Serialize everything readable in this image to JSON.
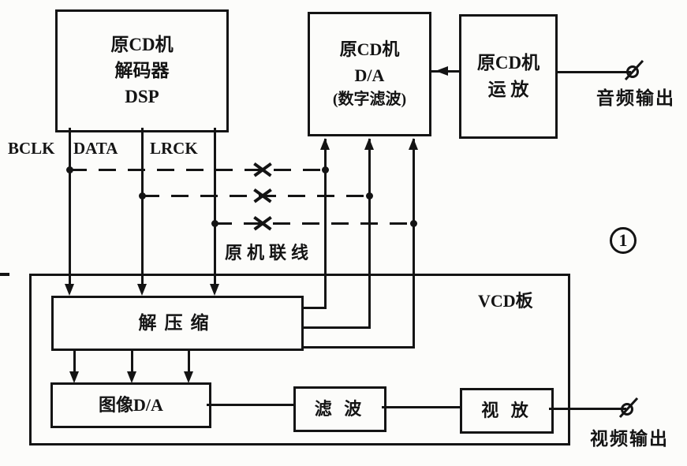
{
  "figure": {
    "number": "1"
  },
  "blocks": {
    "dsp": {
      "line1": "原CD机",
      "line2": "解码器",
      "line3": "DSP"
    },
    "cd_da": {
      "line1": "原CD机",
      "line2": "D/A",
      "line3": "(数字滤波)"
    },
    "cd_opamp": {
      "line1": "原CD机",
      "line2": "运 放"
    },
    "decompress": {
      "label": "解压缩"
    },
    "image_da": {
      "label": "图像D/A"
    },
    "filter": {
      "label": "滤 波"
    },
    "video_amp": {
      "label": "视 放"
    }
  },
  "signal_labels": {
    "bclk": "BCLK",
    "data": "DATA",
    "lrck": "LRCK"
  },
  "annotations": {
    "original_wires": "原机联线",
    "vcd_board": "VCD板",
    "audio_out": "音频输出",
    "video_out": "视频输出"
  },
  "colors": {
    "line": "#141414",
    "background": "#fcfcfa"
  }
}
